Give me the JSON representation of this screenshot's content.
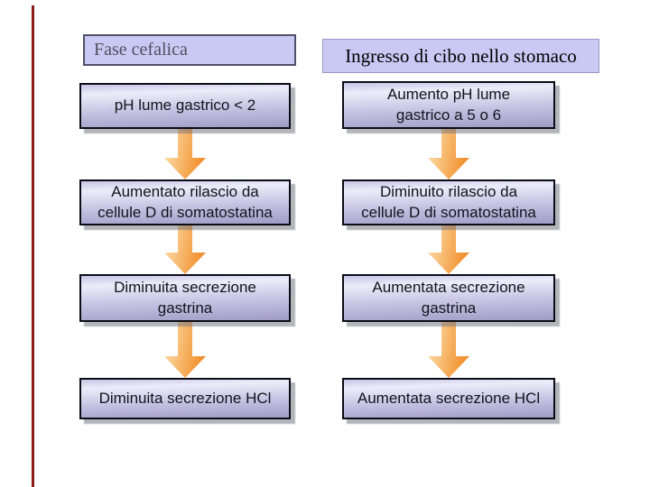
{
  "slide": {
    "accent": {
      "color": "#8b1c1c"
    },
    "palette": {
      "header_fill": "#c9c9f4",
      "box_fill_light": "#edecf9",
      "box_fill_dark": "#a19bc6",
      "box_border": "#0c0c16",
      "arrow_light": "#fcd9a4",
      "arrow_dark": "#ec8322"
    },
    "left_flow": {
      "title": "Fase cefalica",
      "steps": [
        [
          "pH lume gastrico < 2"
        ],
        [
          "Aumentato rilascio da",
          "cellule D di somatostatina"
        ],
        [
          "Diminuita secrezione",
          "gastrina"
        ],
        [
          "Diminuita secrezione HCl"
        ]
      ]
    },
    "right_flow": {
      "title": "Ingresso di cibo nello stomaco",
      "steps": [
        [
          "Aumento pH lume",
          "gastrico a 5 o 6"
        ],
        [
          "Diminuito rilascio da",
          "cellule D di somatostatina"
        ],
        [
          "Aumentata secrezione",
          "gastrina"
        ],
        [
          "Aumentata secrezione HCl"
        ]
      ]
    }
  }
}
